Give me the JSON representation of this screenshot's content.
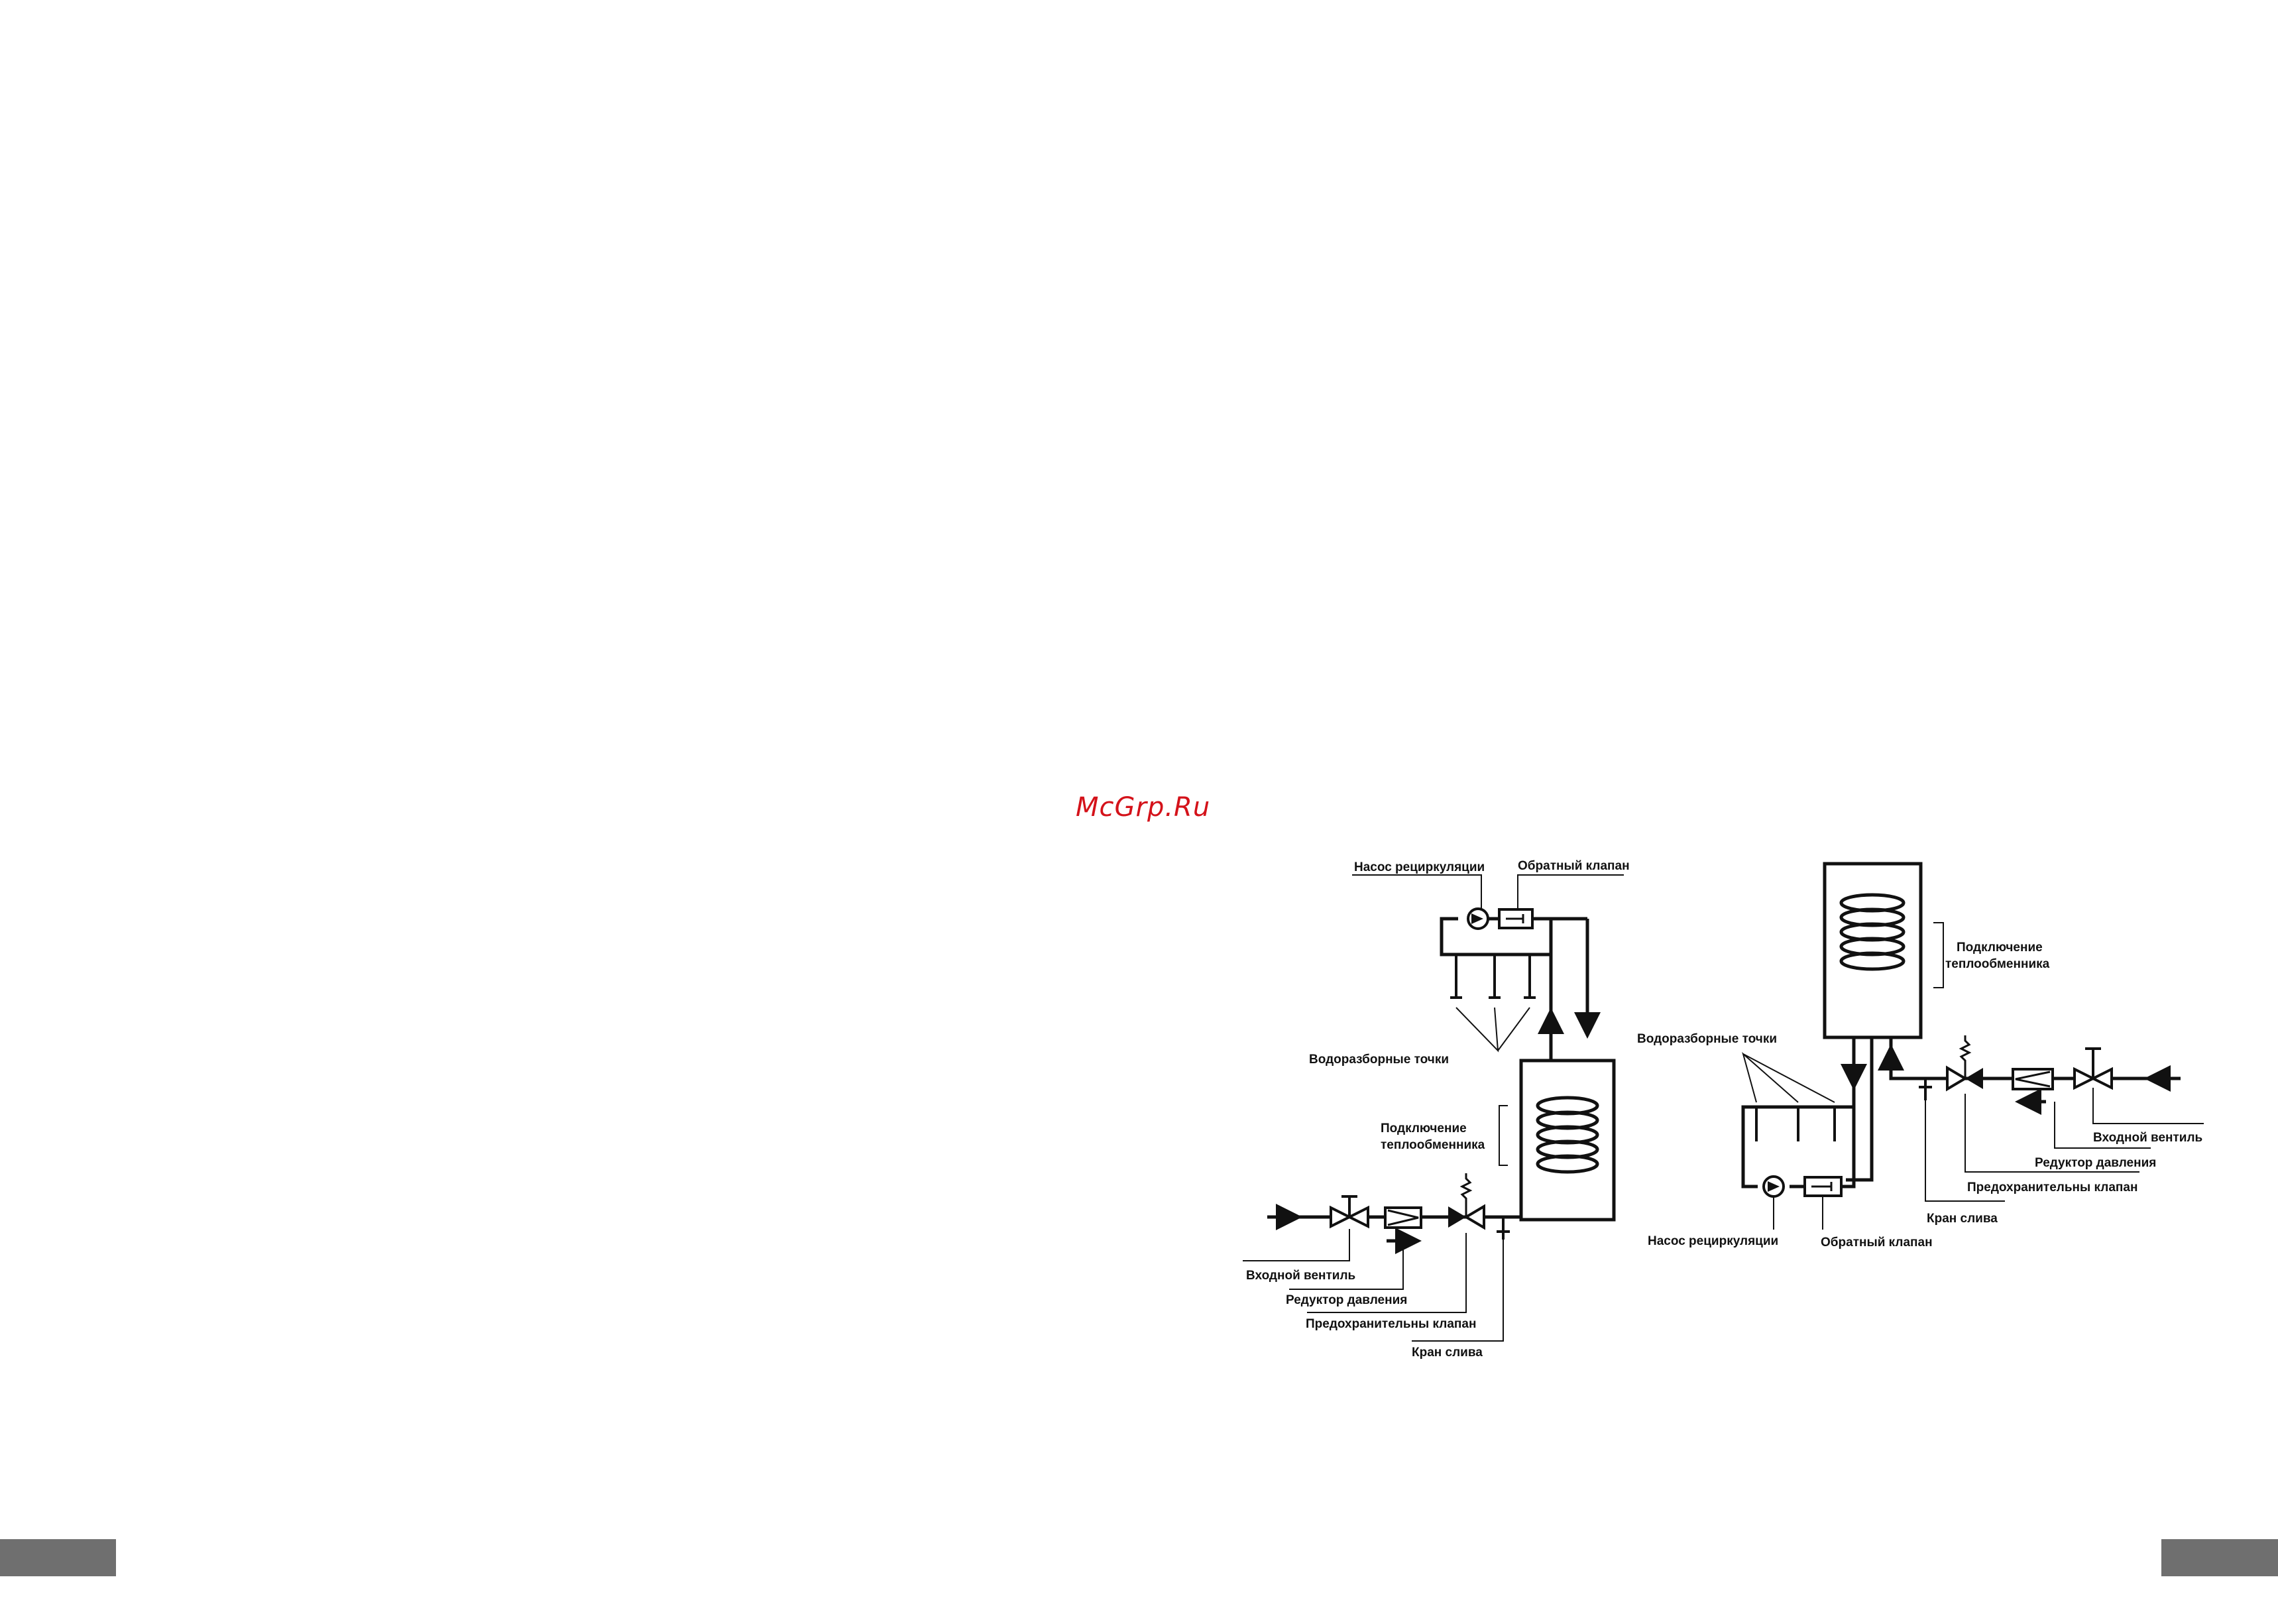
{
  "watermark": "McGrp.Ru",
  "diagrams": [
    {
      "labels": {
        "pump": "Насос рециркуляции",
        "check_valve": "Обратный клапан",
        "draw_points": "Водоразборные точки",
        "heat_exchanger_line1": "Подключение",
        "heat_exchanger_line2": "теплообменника",
        "inlet_valve": "Входной вентиль",
        "pressure_reducer": "Редуктор давления",
        "safety_valve": "Предохранительны клапан",
        "drain_valve": "Кран слива"
      }
    },
    {
      "labels": {
        "heat_exchanger_line1": "Подключение",
        "heat_exchanger_line2": "теплообменника",
        "draw_points": "Водоразборные точки",
        "inlet_valve": "Входной вентиль",
        "pressure_reducer": "Редуктор давления",
        "safety_valve": "Предохранительны клапан",
        "drain_valve": "Кран слива",
        "pump": "Насос рециркуляции",
        "check_valve": "Обратный клапан"
      }
    }
  ],
  "colors": {
    "watermark": "#d4121a",
    "page_tab": "#6f6f6f",
    "ink": "#111111"
  }
}
